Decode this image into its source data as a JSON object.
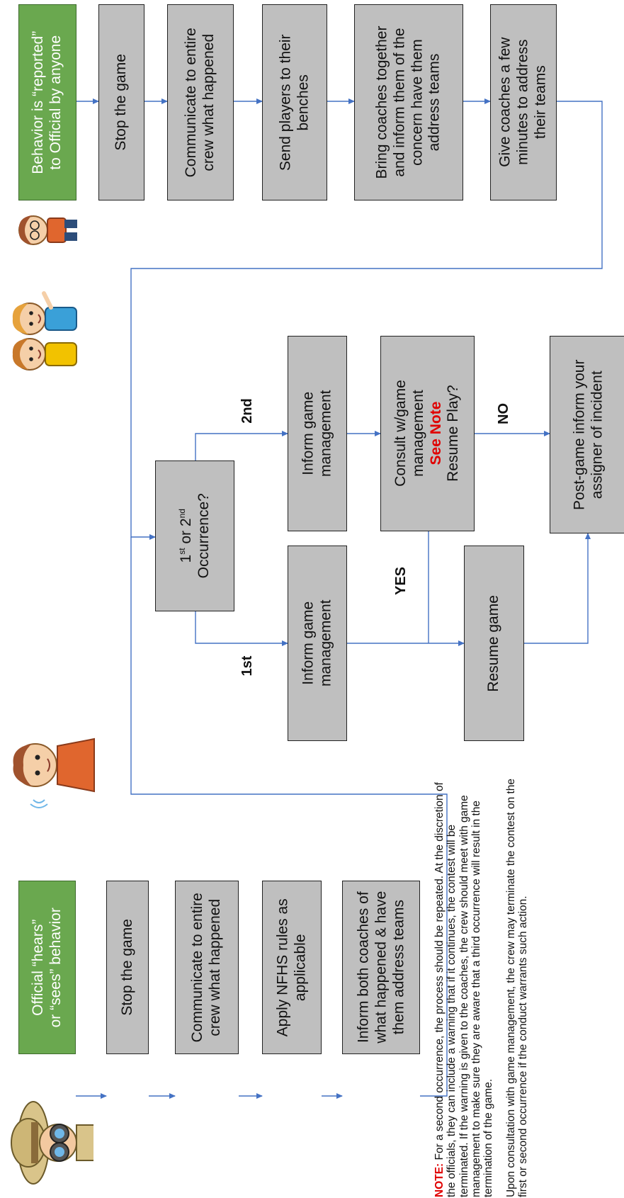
{
  "top_flow": {
    "start": "Behavior is “reported”\nto Official by anyone",
    "steps": [
      "Stop the game",
      "Communicate to entire\ncrew what happened",
      "Send players to their\nbenches",
      "Bring coaches together\nand inform them of the\nconcern have them\naddress teams",
      "Give coaches a few\nminutes to address\ntheir teams"
    ]
  },
  "bottom_flow": {
    "start": "Official “hears”\nor “sees” behavior",
    "steps": [
      "Stop the game",
      "Communicate to entire\ncrew what happened",
      "Apply NFHS rules as\napplicable",
      "Inform both coaches of\nwhat happened & have\nthem address teams"
    ]
  },
  "decision": {
    "pre1": "1",
    "sup1": "st",
    "mid": " or 2",
    "sup2": "nd",
    "line2": "Occurrence?"
  },
  "branches": {
    "first_label": "1st",
    "second_label": "2nd",
    "yes_label": "YES",
    "no_label": "NO",
    "inform_first": "Inform game\nmanagement",
    "inform_second": "Inform game\nmanagement",
    "consult_line1": "Consult w/game\nmanagement",
    "consult_see_note": "See Note",
    "consult_line3": "Resume Play?",
    "resume": "Resume game",
    "post_game": "Post-game inform your\nassigner of incident"
  },
  "note": {
    "label": "NOTE:",
    "para1": " For a second occurrence, the process should be repeated. At the discretion of the officials, they can include a warning that if it continues, the contest will be terminated. If the warning is given to the coaches, the crew should meet with game management to make sure they are aware that a third occurrence will result in the termination of the game.",
    "para2": "Upon consultation with game management, the crew may terminate the contest on the first or second occurrence if the conduct warrants such action."
  },
  "colors": {
    "box_fill": "#bfbfbf",
    "start_fill": "#6aa84f",
    "arrow": "#4472c4",
    "note_label": "#e00000"
  },
  "icons": {
    "binoculars": "explorer-with-binoculars-icon",
    "listening": "boy-listening-icon",
    "girls": "two-girls-pointing-icon",
    "telling": "girl-with-crossed-arms-icon"
  }
}
